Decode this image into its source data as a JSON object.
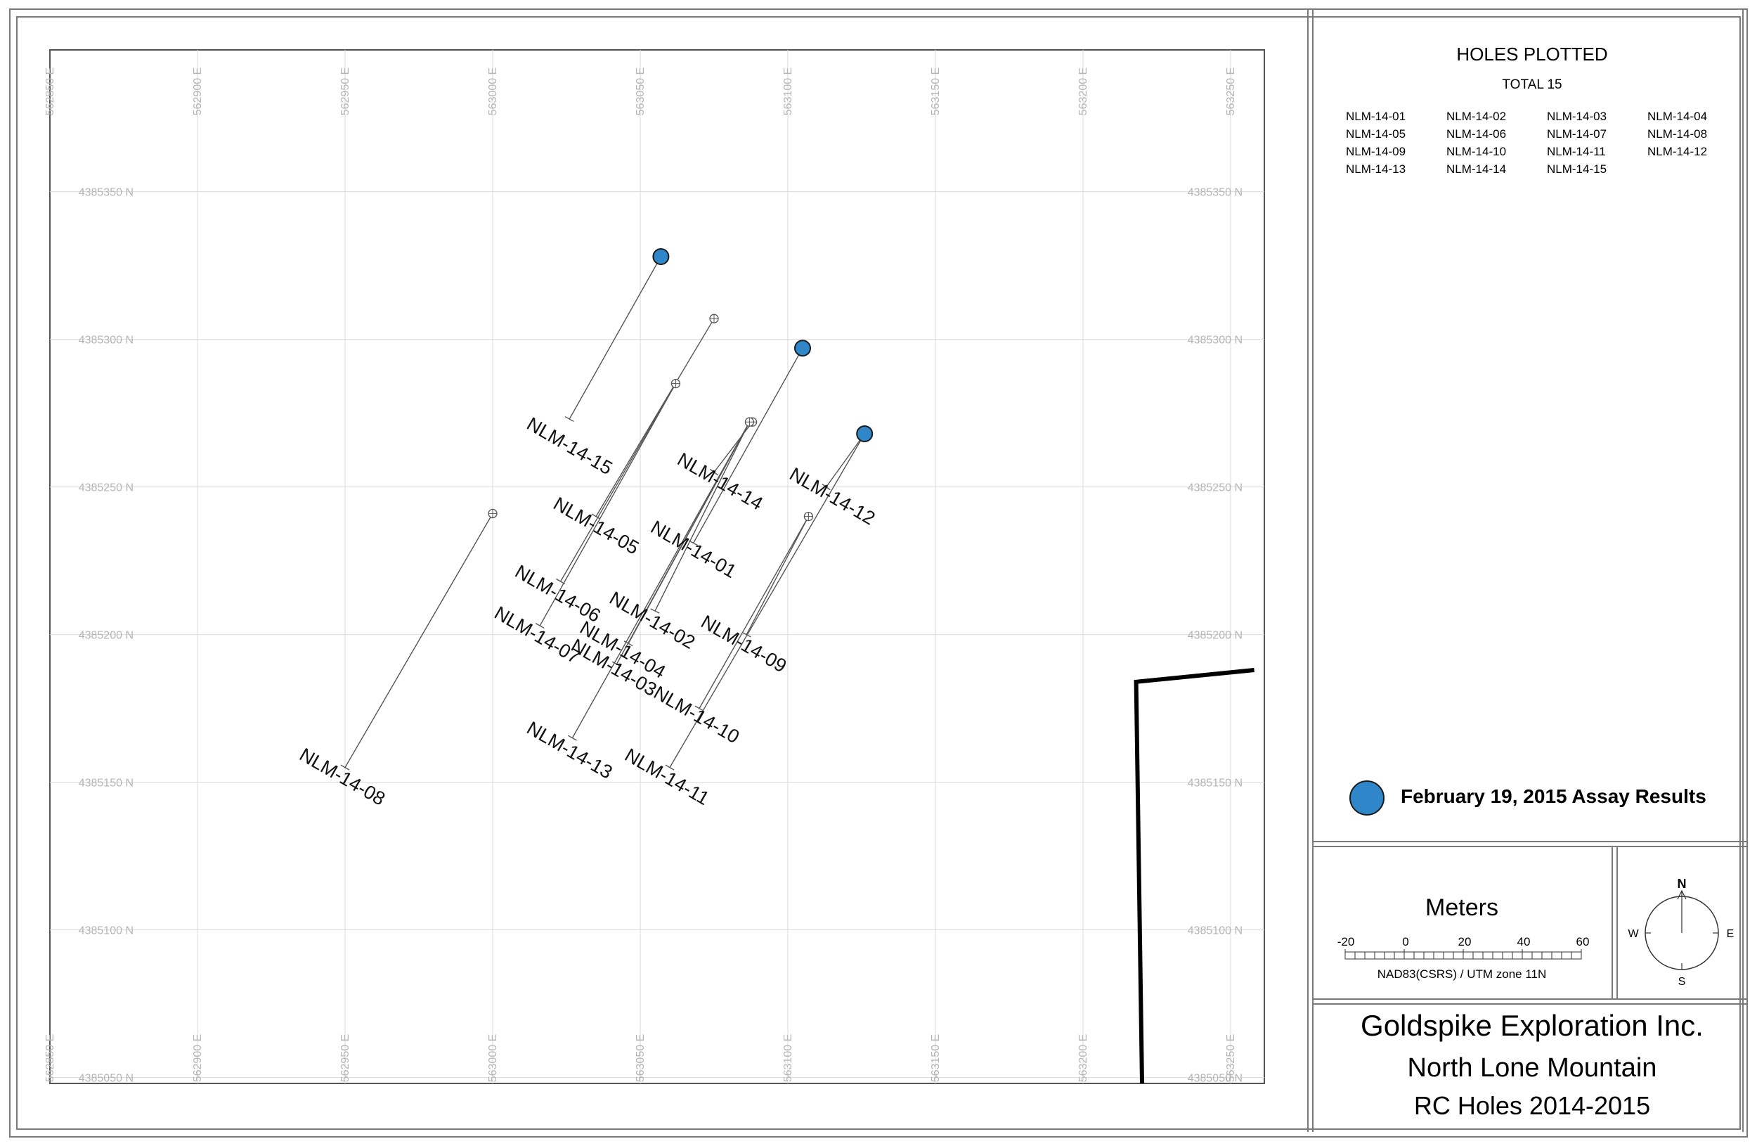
{
  "legend": {
    "title": "HOLES PLOTTED",
    "total": "TOTAL 15",
    "holes": [
      "NLM-14-01",
      "NLM-14-02",
      "NLM-14-03",
      "NLM-14-04",
      "NLM-14-05",
      "NLM-14-06",
      "NLM-14-07",
      "NLM-14-08",
      "NLM-14-09",
      "NLM-14-10",
      "NLM-14-11",
      "NLM-14-12",
      "NLM-14-13",
      "NLM-14-14",
      "NLM-14-15"
    ],
    "symbol_label": "February 19, 2015 Assay Results",
    "symbol_color": "#2f86c8"
  },
  "scale": {
    "title": "Meters",
    "ticks": [
      "-20",
      "0",
      "20",
      "40",
      "60"
    ],
    "projection": "NAD83(CSRS) / UTM zone 11N"
  },
  "compass": {
    "n": "N",
    "s": "S",
    "e": "E",
    "w": "W"
  },
  "title_block": {
    "company": "Goldspike Exploration Inc.",
    "project": "North Lone Mountain",
    "subtitle": "RC Holes 2014-2015"
  },
  "map": {
    "easting_labels": [
      "562850 E",
      "562900 E",
      "562950 E",
      "563000 E",
      "563050 E",
      "563100 E",
      "563150 E",
      "563200 E",
      "563250 E"
    ],
    "northing_labels": [
      "4385350 N",
      "4385300 N",
      "4385250 N",
      "4385200 N",
      "4385150 N",
      "4385100 N",
      "4385050 N"
    ],
    "holes": [
      {
        "id": "NLM-14-15",
        "collar": [
          563057,
          4385328
        ],
        "toe": [
          563026,
          4385273
        ],
        "label": [
          563025,
          4385262
        ],
        "assay": true
      },
      {
        "id": "NLM-14-14",
        "collar": [
          563088,
          4385272
        ],
        "toe": [
          563075,
          4385255
        ],
        "label": [
          563076,
          4385250
        ],
        "assay": false
      },
      {
        "id": "NLM-14-12",
        "collar": [
          563126,
          4385268
        ],
        "toe": [
          563113,
          4385250
        ],
        "label": [
          563114,
          4385245
        ],
        "assay": true
      },
      {
        "id": "NLM-14-05",
        "collar": [
          563075,
          4385307
        ],
        "toe": [
          563035,
          4385240
        ],
        "label": [
          563034,
          4385235
        ],
        "assay": false
      },
      {
        "id": "NLM-14-01",
        "collar": [
          563105,
          4385297
        ],
        "toe": [
          563068,
          4385231
        ],
        "label": [
          563067,
          4385227
        ],
        "assay": true
      },
      {
        "id": "NLM-14-06",
        "collar": [
          563062,
          4385285
        ],
        "toe": [
          563023,
          4385218
        ],
        "label": [
          563021,
          4385212
        ],
        "assay": false
      },
      {
        "id": "NLM-14-02",
        "collar": [
          563087,
          4385272
        ],
        "toe": [
          563055,
          4385208
        ],
        "label": [
          563053,
          4385203
        ],
        "assay": false
      },
      {
        "id": "NLM-14-07",
        "collar": [
          563062,
          4385285
        ],
        "toe": [
          563016,
          4385203
        ],
        "label": [
          563014,
          4385198
        ],
        "assay": false
      },
      {
        "id": "NLM-14-04",
        "collar": [
          563087,
          4385272
        ],
        "toe": [
          563046,
          4385197
        ],
        "label": [
          563043,
          4385193
        ],
        "assay": false
      },
      {
        "id": "NLM-14-03",
        "collar": [
          563087,
          4385272
        ],
        "toe": [
          563042,
          4385190
        ],
        "label": [
          563040,
          4385187
        ],
        "assay": false
      },
      {
        "id": "NLM-14-09",
        "collar": [
          563107,
          4385240
        ],
        "toe": [
          563086,
          4385200
        ],
        "label": [
          563084,
          4385195
        ],
        "assay": false
      },
      {
        "id": "NLM-14-10",
        "collar": [
          563107,
          4385240
        ],
        "toe": [
          563070,
          4385175
        ],
        "label": [
          563068,
          4385171
        ],
        "assay": false
      },
      {
        "id": "NLM-14-13",
        "collar": [
          563087,
          4385272
        ],
        "toe": [
          563027,
          4385165
        ],
        "label": [
          563025,
          4385159
        ],
        "assay": false
      },
      {
        "id": "NLM-14-11",
        "collar": [
          563126,
          4385268
        ],
        "toe": [
          563060,
          4385155
        ],
        "label": [
          563058,
          4385150
        ],
        "assay": false
      },
      {
        "id": "NLM-14-08",
        "collar": [
          563000,
          4385241
        ],
        "toe": [
          562950,
          4385155
        ],
        "label": [
          562948,
          4385150
        ],
        "assay": false
      }
    ],
    "boundary": [
      [
        563220,
        4385048
      ],
      [
        563218,
        4385184
      ],
      [
        563258,
        4385188
      ]
    ]
  }
}
